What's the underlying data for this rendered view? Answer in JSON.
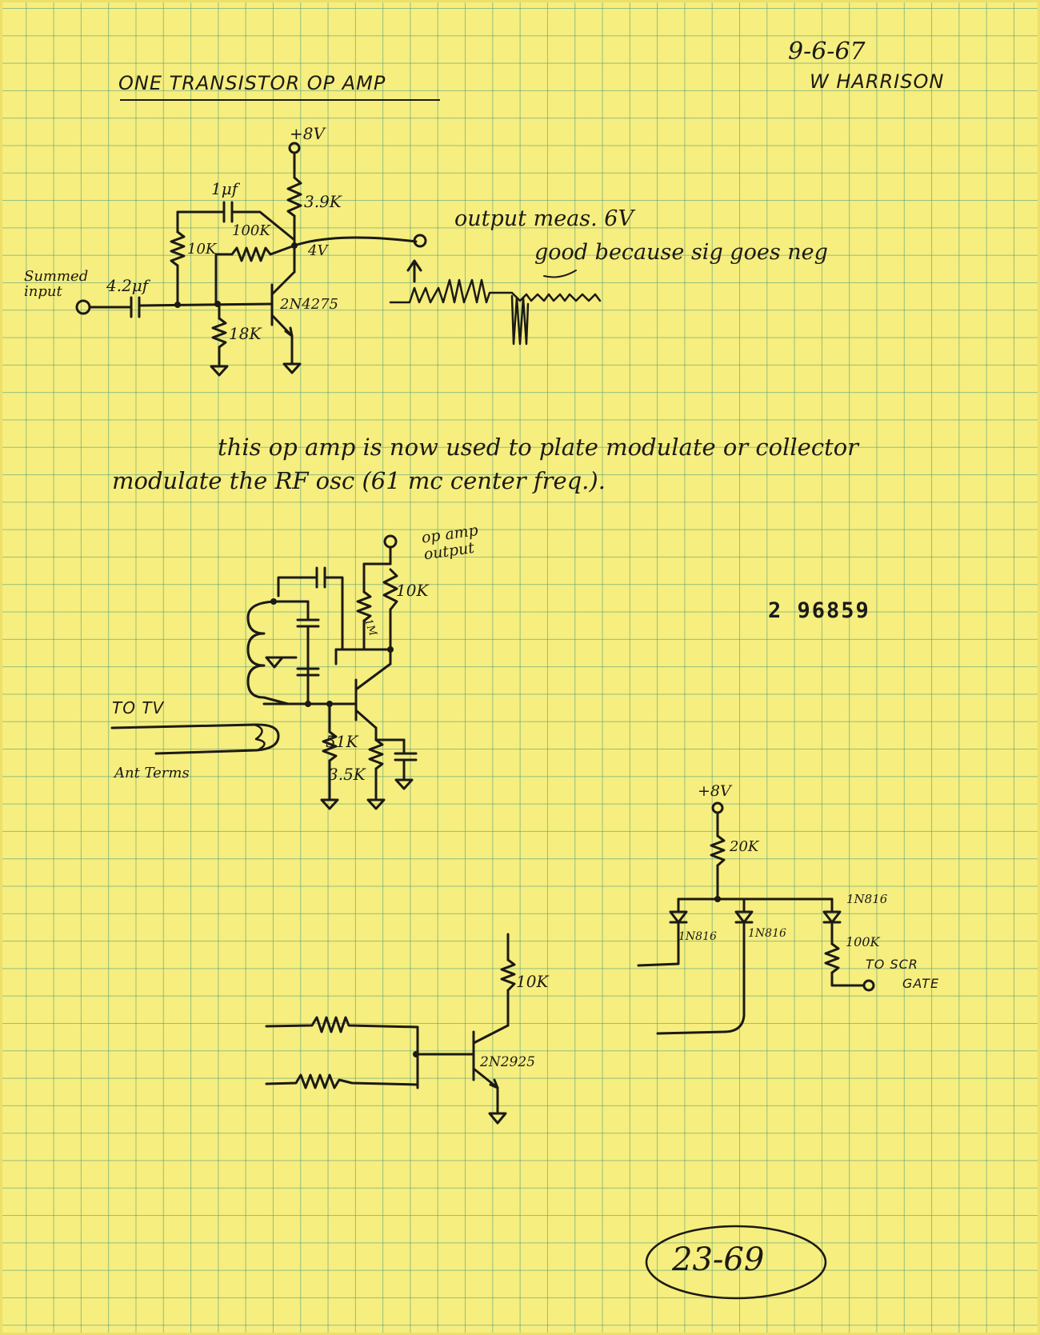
{
  "colors": {
    "paper": "#f6ee7f",
    "grid": "#5aa88a",
    "ink": "#1c1a14"
  },
  "header": {
    "title": "ONE TRANSISTOR OP AMP",
    "date": "9-6-67",
    "author": "W HARRISON"
  },
  "stamp_number": "2 96859",
  "circuit1": {
    "supply": "+8V",
    "c_feedback": "1μf",
    "r_collector": "3.9K",
    "r_bias_top": "10K",
    "r_feedback": "100K",
    "collector_voltage": "4V",
    "input_label": "Summed input",
    "c_input": "4.2μf",
    "transistor": "2N4275",
    "r_bias_bottom": "18K"
  },
  "notes": {
    "output_line": "output meas. 6V",
    "good_line": "good because sig goes neg",
    "paragraph_line1": "this op amp is now used to plate modulate or collector",
    "paragraph_line2": "modulate the RF osc (61 mc center freq.)."
  },
  "circuit2": {
    "output_label": "op amp output",
    "r_top_right": "10K",
    "r_top_left": "1M",
    "to_tv": "TO TV",
    "ant_terms": "Ant Terms",
    "r_emitter_left": "51K",
    "r_emitter_right": "3.5K"
  },
  "circuit3": {
    "supply": "+8V",
    "r_top": "20K",
    "diode_left": "1N816",
    "diode_mid": "1N816",
    "diode_right": "1N816",
    "r_series": "100K",
    "to_scr_line1": "TO SCR",
    "to_scr_line2": "GATE"
  },
  "circuit4": {
    "r_collector": "10K",
    "transistor": "2N2925"
  },
  "page_code": "23-69"
}
